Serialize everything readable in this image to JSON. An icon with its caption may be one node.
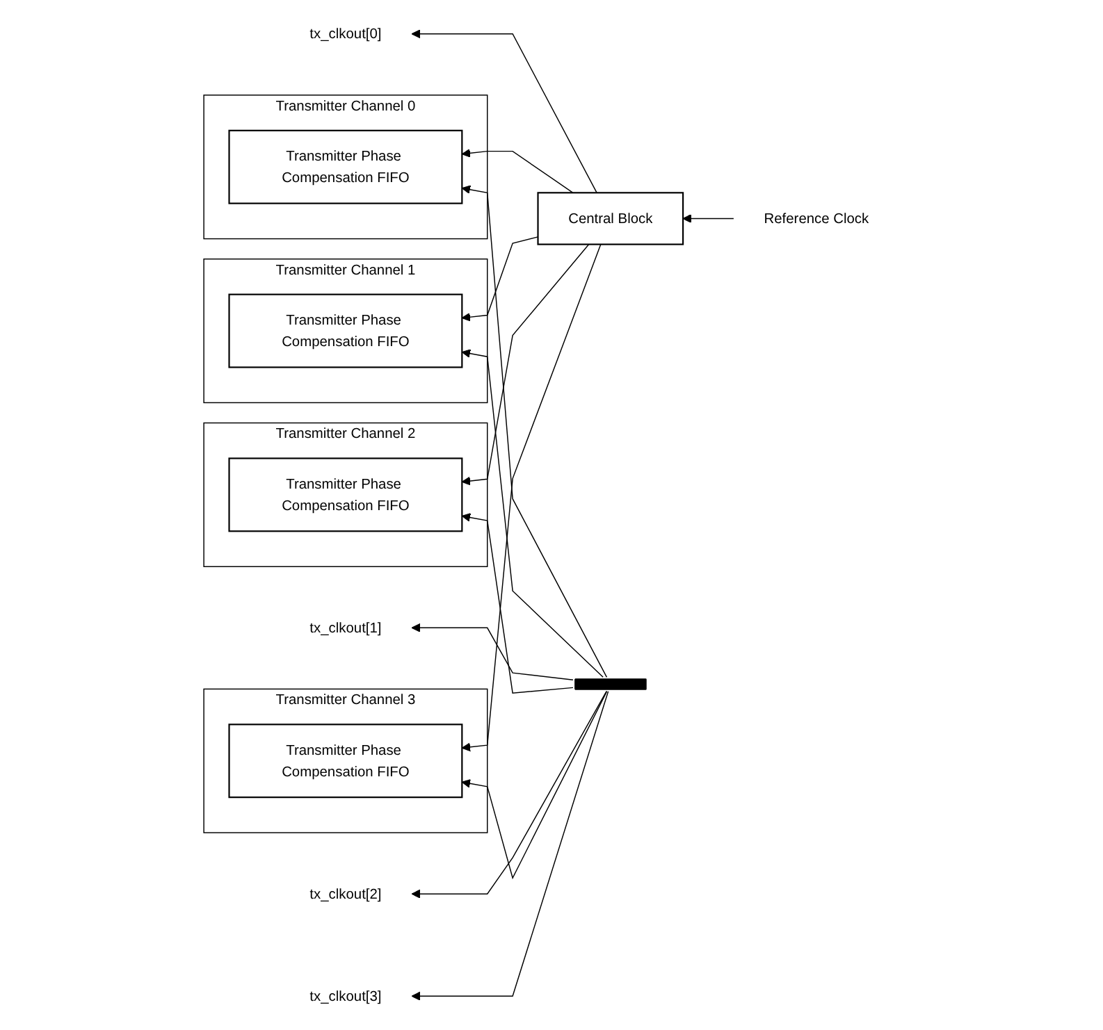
{
  "diagram": {
    "nodes": [
      {
        "text": [
          "Transmitter Channel 3"
        ]
      },
      {
        "text": [
          "Transmitter Phase Compensation FIFO"
        ],
        "in": 0
      },
      {
        "text": [
          "Transmitter Channel 2"
        ]
      },
      {
        "text": [
          "Transmitter Phase Compensation FIFO"
        ],
        "in": 2
      },
      {
        "text": [
          "Central Block"
        ]
      },
      {
        "text": [
          "Reference Clock"
        ]
      },
      {
        "text": [
          "Transmitter Channel 1"
        ]
      },
      {
        "text": [
          "Transmitter Phase Compensation FIFO"
        ],
        "in": 6
      },
      {
        "text": [
          "Transmitter Channel 0"
        ]
      },
      {
        "text": [
          "Transmitter Phase Compensation FIFO"
        ],
        "in": 8
      },
      {
        "text": [
          "tx_clkout[3]"
        ]
      },
      {
        "text": [
          "tx_clkout[2]"
        ]
      },
      {
        "text": [
          "tx_clkout[1]"
        ]
      },
      {
        "text": [
          "tx_clkout[0]"
        ]
      },
      {
        "text": [],
        "shape": "bar"
      }
    ],
    "edges": [
      {
        "from": 5,
        "to": 4,
        "arrow": "to"
      },
      {
        "from": 4,
        "to": 1,
        "arrow": "to"
      },
      {
        "from": 4,
        "to": 3,
        "arrow": "to"
      },
      {
        "from": 4,
        "to": 7,
        "arrow": "to"
      },
      {
        "from": 4,
        "to": 9,
        "arrow": "to"
      },
      {
        "from": 4,
        "to": 13,
        "arrow": "to"
      },
      {
        "from": 14,
        "to": 10,
        "arrow": "to"
      },
      {
        "from": 14,
        "to": 1,
        "arrow": "to"
      },
      {
        "from": 14,
        "to": 11,
        "arrow": "to"
      },
      {
        "from": 14,
        "to": 3,
        "arrow": "to"
      },
      {
        "from": 14,
        "to": 12,
        "arrow": "to"
      },
      {
        "from": 14,
        "to": 7,
        "arrow": "to"
      },
      {
        "from": 14,
        "to": 9,
        "arrow": "to"
      }
    ]
  }
}
